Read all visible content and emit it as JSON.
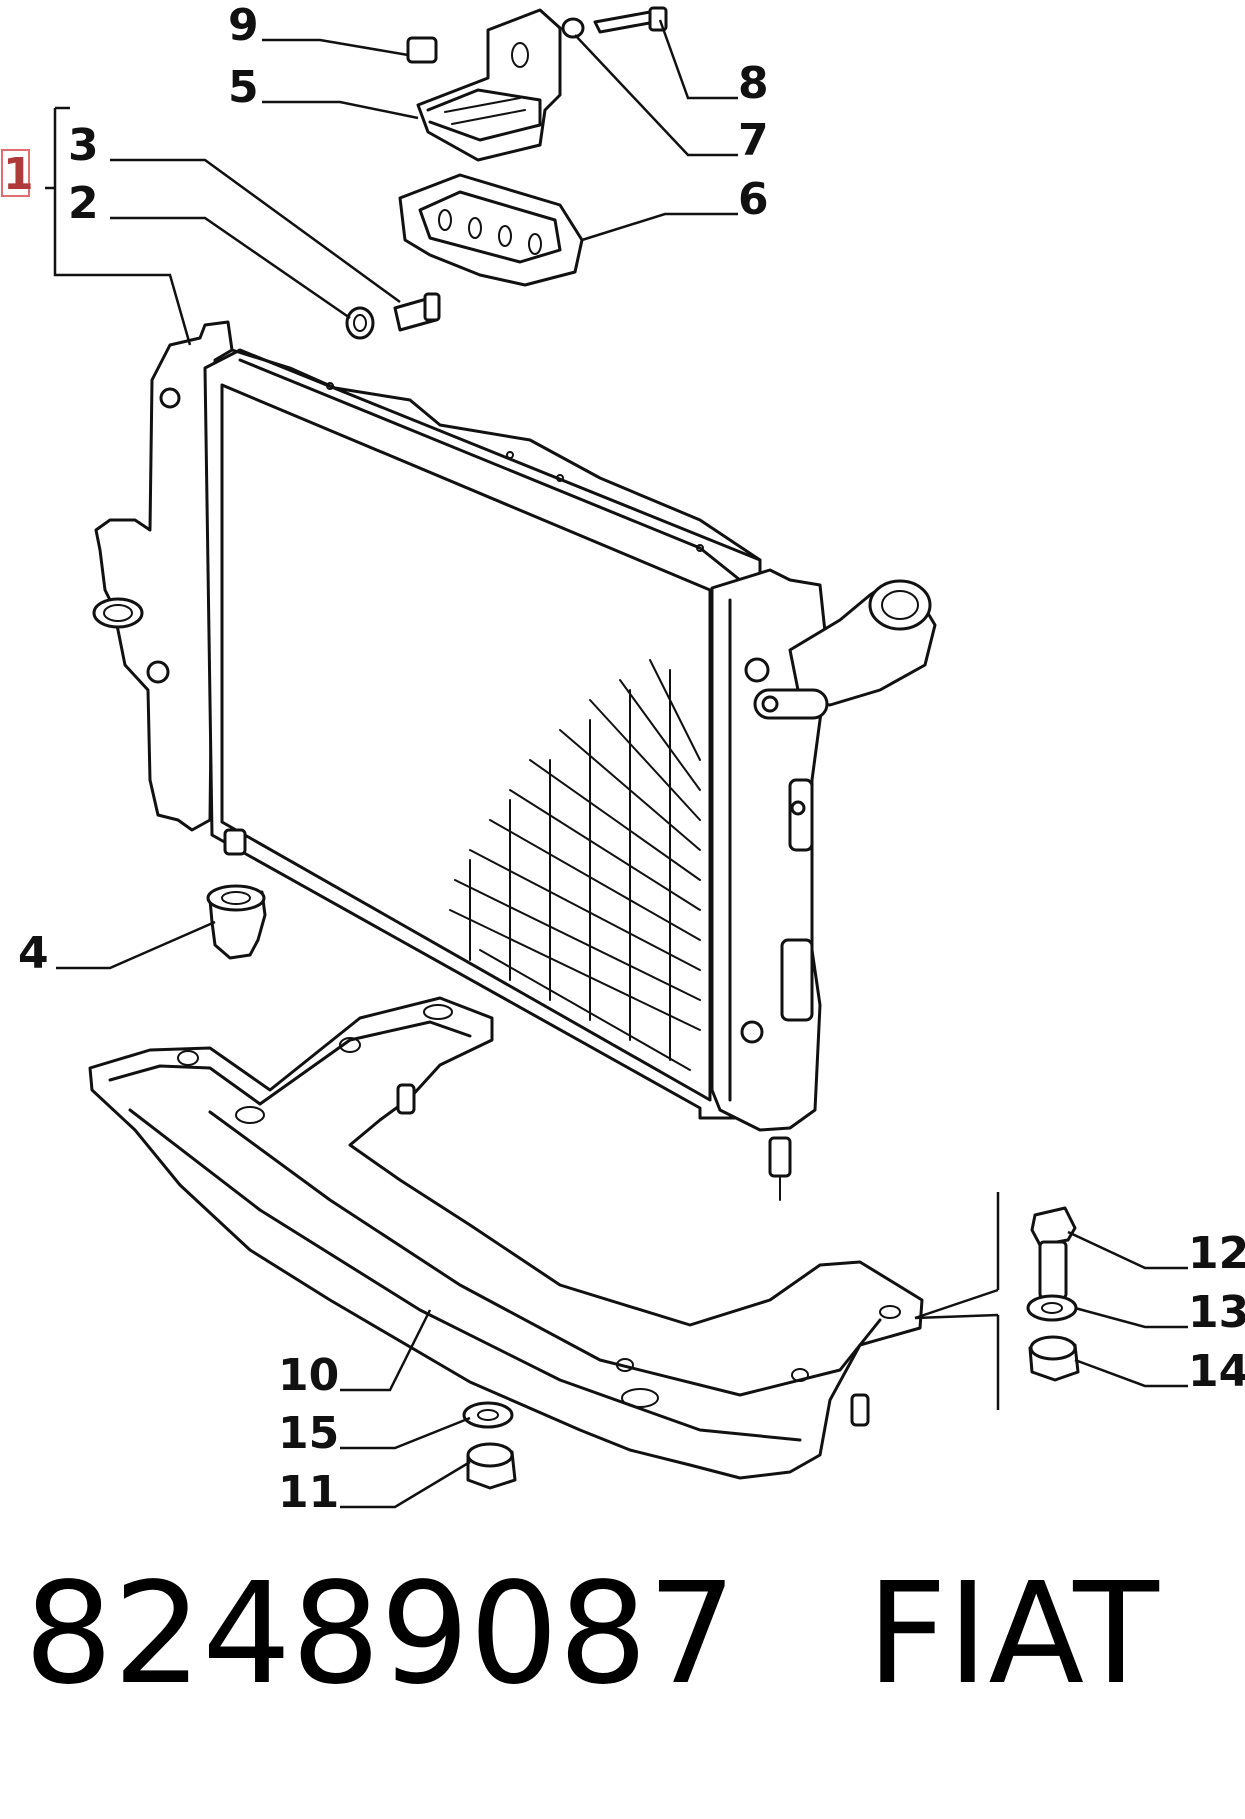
{
  "callouts": [
    {
      "id": "1",
      "label": "1",
      "boxed": true
    },
    {
      "id": "2",
      "label": "2"
    },
    {
      "id": "3",
      "label": "3"
    },
    {
      "id": "4",
      "label": "4"
    },
    {
      "id": "5",
      "label": "5"
    },
    {
      "id": "6",
      "label": "6"
    },
    {
      "id": "7",
      "label": "7"
    },
    {
      "id": "8",
      "label": "8"
    },
    {
      "id": "9",
      "label": "9"
    },
    {
      "id": "10",
      "label": "10"
    },
    {
      "id": "11",
      "label": "11"
    },
    {
      "id": "12",
      "label": "12"
    },
    {
      "id": "13",
      "label": "13"
    },
    {
      "id": "14",
      "label": "14"
    },
    {
      "id": "15",
      "label": "15"
    }
  ],
  "footer": {
    "part_number": "82489087",
    "brand": "FIAT"
  },
  "colors": {
    "ink": "#111111",
    "background": "#ffffff",
    "highlight_box": "#e07070"
  }
}
